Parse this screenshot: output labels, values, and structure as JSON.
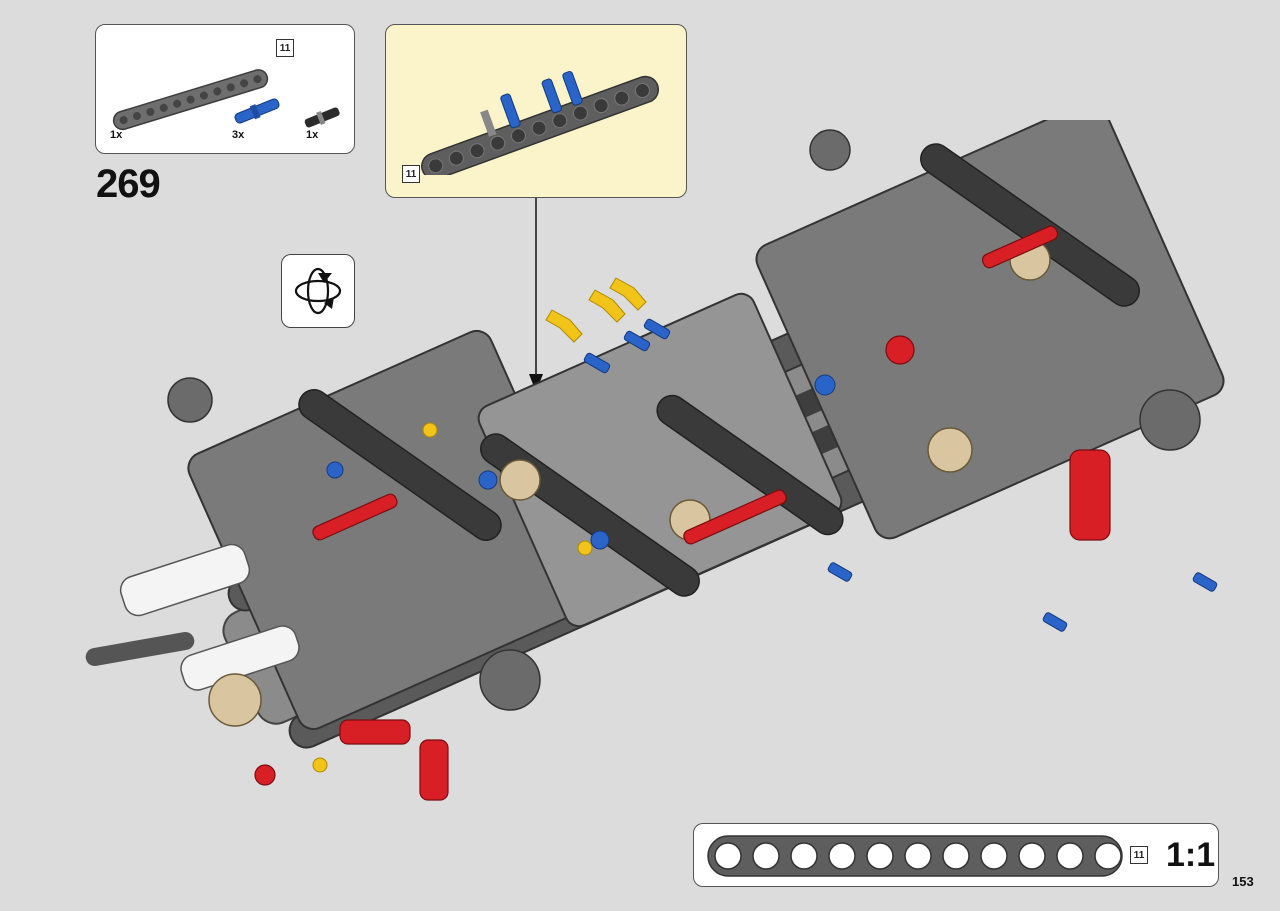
{
  "parts_list": {
    "items": [
      {
        "name": "grey-beam-11",
        "qty": "1x",
        "color": "#6e6e6e"
      },
      {
        "name": "blue-pin",
        "qty": "3x",
        "color": "#2a64c8"
      },
      {
        "name": "black-pin",
        "qty": "1x",
        "color": "#2b2b2b"
      }
    ],
    "beam_length": "11"
  },
  "step": {
    "number": "269"
  },
  "callout": {
    "beam_length": "11"
  },
  "scale": {
    "beam_length": "11",
    "ratio": "1:1"
  },
  "page": {
    "number": "153"
  },
  "colors": {
    "background": "#dcdcdc",
    "callout_bg": "#fbf3c9",
    "beam_grey": "#5e5e5e",
    "pin_blue": "#2a64c8",
    "accent_red": "#d81f26",
    "accent_yellow": "#f2c318",
    "tan": "#d9c6a0"
  }
}
